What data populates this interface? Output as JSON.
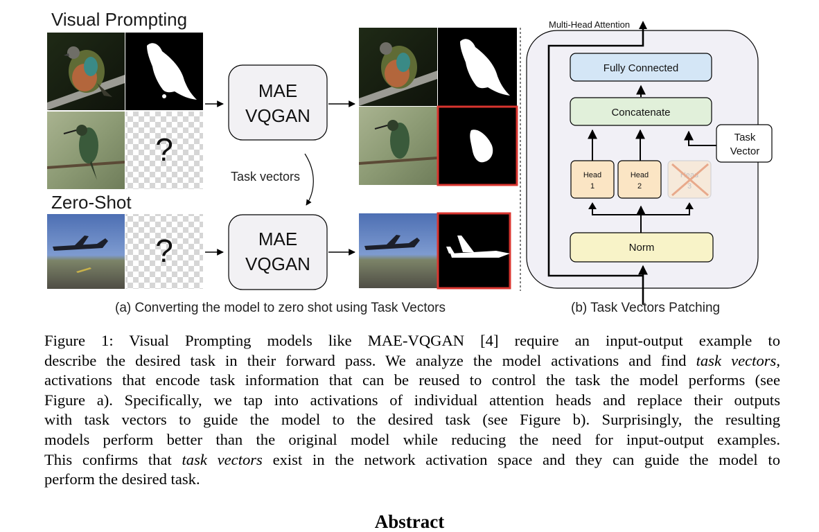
{
  "figure": {
    "panel_a": {
      "title_visual_prompting": "Visual Prompting",
      "title_zero_shot": "Zero-Shot",
      "model_label_line1": "MAE",
      "model_label_line2": "VQGAN",
      "query_mark": "?",
      "task_vectors_label": "Task vectors",
      "subcaption": "(a) Converting the model to zero shot using Task Vectors"
    },
    "panel_b": {
      "top_label": "Multi-Head Attention",
      "fully_connected": "Fully Connected",
      "concatenate": "Concatenate",
      "task_vector_line1": "Task",
      "task_vector_line2": "Vector",
      "head1_line1": "Head",
      "head1_line2": "1",
      "head2_line1": "Head",
      "head2_line2": "2",
      "head3_line1": "Head",
      "head3_line2": "3",
      "norm": "Norm",
      "subcaption": "(b) Task Vectors Patching"
    },
    "colors": {
      "model_box_fill": "#f2f1f4",
      "fully_connected_fill": "#d4e6f6",
      "concatenate_fill": "#e1f0da",
      "head_fill": "#fbe5c4",
      "norm_fill": "#f8f3c8",
      "outer_block_fill": "#f1f0f6",
      "cross_color": "#e8a98b",
      "highlight_border": "#d9352f"
    }
  },
  "caption": {
    "l1": "Figure 1: Visual Prompting models like MAE-VQGAN [4] require an input-output example to",
    "l2a": "describe the desired task in their forward pass. We analyze the model activations and find ",
    "l2b": "task vectors",
    "l2c": ",",
    "l3": "activations that encode task information that can be reused to control the task the model performs (see",
    "l4": "Figure a). Specifically, we tap into activations of individual attention heads and replace their outputs",
    "l5": "with task vectors to guide the model to the desired task (see Figure b). Surprisingly, the resulting",
    "l6": "models perform better than the original model while reducing the need for input-output examples.",
    "l7a": "This confirms that ",
    "l7b": "task vectors",
    "l7c": " exist in the network activation space and they can guide the model to",
    "l8": "perform the desired task."
  },
  "section_heading": "Abstract"
}
